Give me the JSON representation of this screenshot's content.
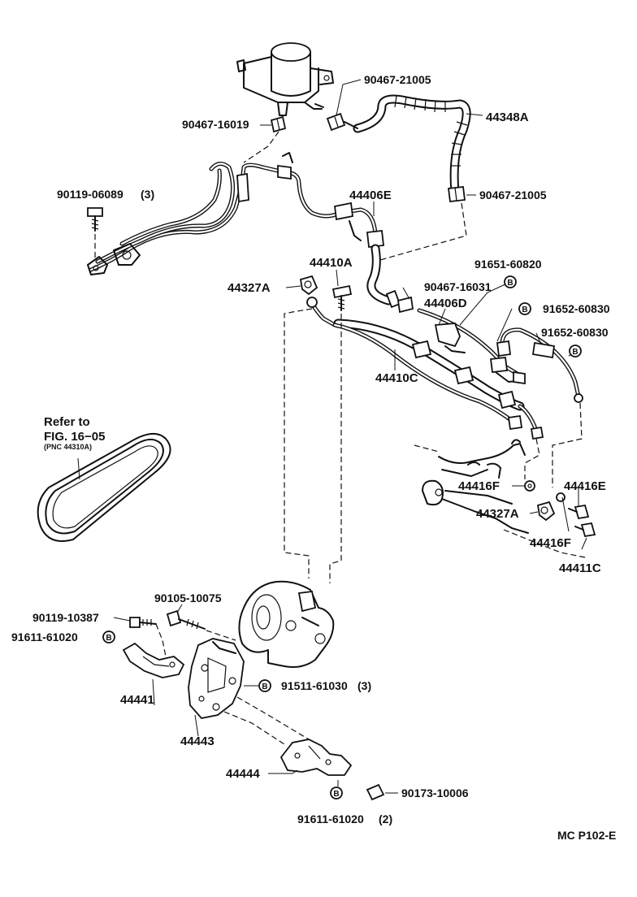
{
  "labels": {
    "p90467_21005_top": "90467-21005",
    "p44348A": "44348A",
    "p90467_16019": "90467-16019",
    "p90467_21005_mid": "90467-21005",
    "p90119_06089": "90119-06089",
    "p90119_06089_qty": "(3)",
    "p44406E": "44406E",
    "p91651_60820": "91651-60820",
    "p44410A": "44410A",
    "p44327A_top": "44327A",
    "p90467_16031": "90467-16031",
    "p44406D": "44406D",
    "p91652_60830_a": "91652-60830",
    "p91652_60830_b": "91652-60830",
    "p44410C": "44410C",
    "p44416F_a": "44416F",
    "p44416E": "44416E",
    "p44327A_low": "44327A",
    "p44416F_b": "44416F",
    "p44411C": "44411C",
    "p90105_10075": "90105-10075",
    "p90119_10387": "90119-10387",
    "p91611_61020_a": "91611-61020",
    "p44441": "44441",
    "p91511_61030": "91511-61030",
    "p91511_61030_qty": "(3)",
    "p44443": "44443",
    "p44444": "44444",
    "p90173_10006": "90173-10006",
    "p91611_61020_b": "91611-61020",
    "p91611_61020_b_qty": "(2)"
  },
  "refer": {
    "line1": "Refer to",
    "line2": "FIG. 16−05",
    "line3": "(PNC 44310A)"
  },
  "badge": "B",
  "catalog_code": "MC P102-E"
}
